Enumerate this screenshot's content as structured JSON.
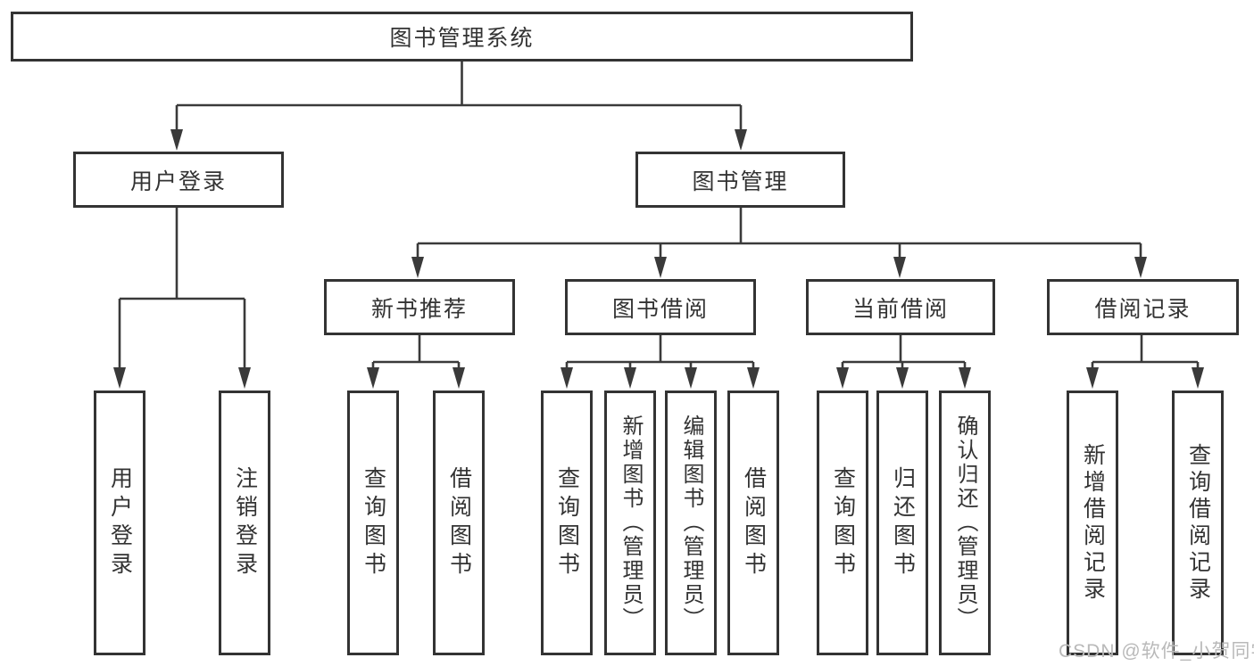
{
  "diagram_title": "图书管理系统",
  "watermark": "CSDN @软件_小贺同学",
  "colors": {
    "line": "#3a3a3a",
    "box_border": "#333333",
    "text": "#333333",
    "watermark": "#b9b9b9",
    "background": "#ffffff"
  },
  "nodes": {
    "root": "图书管理系统",
    "user_login": "用户登录",
    "book_mgmt": "图书管理",
    "new_book_rec": "新书推荐",
    "book_borrow": "图书借阅",
    "current_borrow": "当前借阅",
    "borrow_records": "借阅记录",
    "leaf_user_login": "用户登录",
    "leaf_logout": "注销登录",
    "leaf_query_book_1": "查询图书",
    "leaf_borrow_book_1": "借阅图书",
    "leaf_query_book_2": "查询图书",
    "leaf_add_book": "新增图书（管理员）",
    "leaf_edit_book": "编辑图书（管理员）",
    "leaf_borrow_book_2": "借阅图书",
    "leaf_query_book_3": "查询图书",
    "leaf_return_book": "归还图书",
    "leaf_confirm_return": "确认归还（管理员）",
    "leaf_add_record": "新增借阅记录",
    "leaf_query_record": "查询借阅记录"
  },
  "structure": {
    "root": [
      "user_login",
      "book_mgmt"
    ],
    "user_login": [
      "leaf_user_login",
      "leaf_logout"
    ],
    "book_mgmt": [
      "new_book_rec",
      "book_borrow",
      "current_borrow",
      "borrow_records"
    ],
    "new_book_rec": [
      "leaf_query_book_1",
      "leaf_borrow_book_1"
    ],
    "book_borrow": [
      "leaf_query_book_2",
      "leaf_add_book",
      "leaf_edit_book",
      "leaf_borrow_book_2"
    ],
    "current_borrow": [
      "leaf_query_book_3",
      "leaf_return_book",
      "leaf_confirm_return"
    ],
    "borrow_records": [
      "leaf_add_record",
      "leaf_query_record"
    ]
  }
}
